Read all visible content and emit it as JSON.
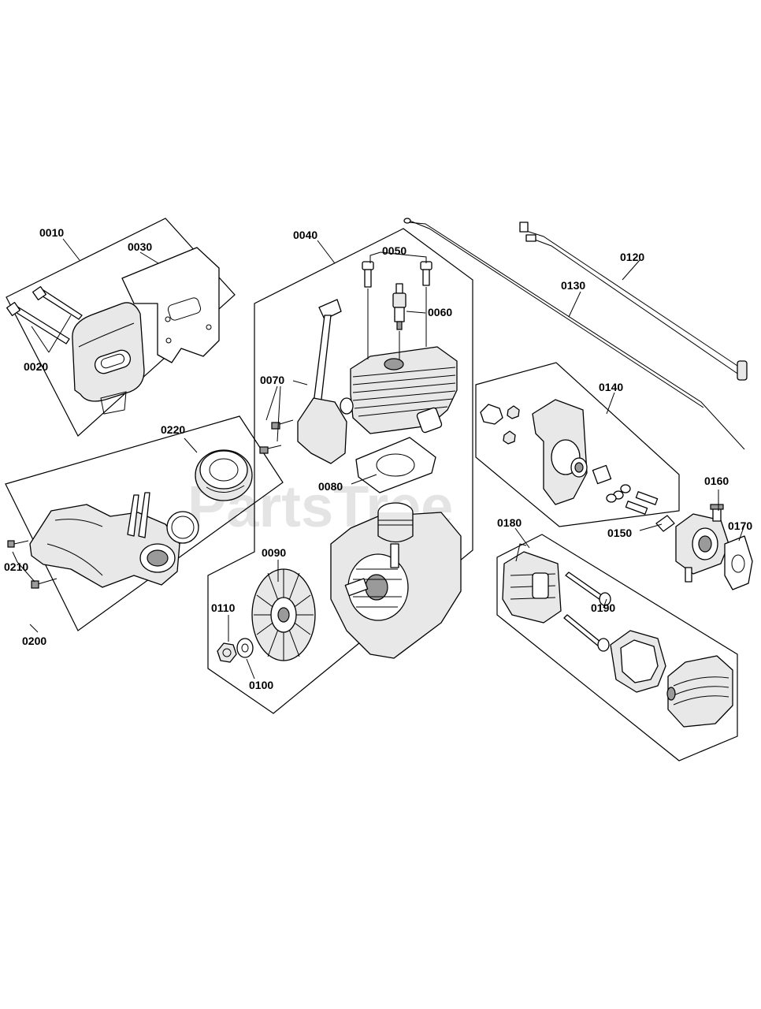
{
  "watermark": "PartsTree",
  "callouts": {
    "c0010": "0010",
    "c0020": "0020",
    "c0030": "0030",
    "c0040": "0040",
    "c0050": "0050",
    "c0060": "0060",
    "c0070": "0070",
    "c0080": "0080",
    "c0090": "0090",
    "c0100": "0100",
    "c0110": "0110",
    "c0120": "0120",
    "c0130": "0130",
    "c0140": "0140",
    "c0150": "0150",
    "c0160": "0160",
    "c0170": "0170",
    "c0180": "0180",
    "c0190": "0190",
    "c0200": "0200",
    "c0210": "0210",
    "c0220": "0220"
  }
}
